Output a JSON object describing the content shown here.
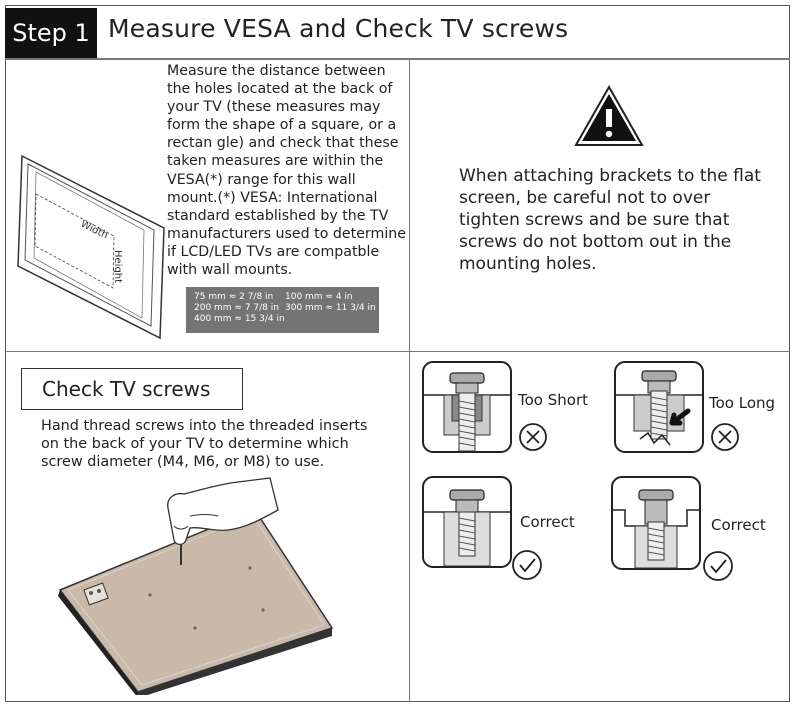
{
  "header": {
    "step_label": "Step 1",
    "title": "Measure VESA and Check TV screws"
  },
  "measure": {
    "lines": [
      "Measure the distance between",
      "the holes located at the back of",
      "your TV (these measures may",
      "form the shape of a square, or a",
      "rectan gle) and check that these",
      "taken measures are within the",
      "VESA(*) range for this wall",
      "mount.(*) VESA: International",
      "standard established by the TV",
      "manufacturers used to determine",
      "if LCD/LED TVs are compatble",
      "with wall mounts."
    ],
    "width_label": "Width",
    "height_label": "Height",
    "conversions": [
      [
        "75 mm ≈ 2 7/8 in",
        "100 mm ≈ 4 in"
      ],
      [
        "200 mm ≈ 7 7/8 in",
        "300 mm ≈ 11 3/4 in"
      ],
      [
        "400 mm ≈ 15 3/4 in",
        ""
      ]
    ]
  },
  "warning": {
    "lines": [
      "When attaching brackets to the flat",
      "screen, be careful not to over",
      "tighten screws and be sure that",
      "screws do not bottom out in the",
      "mounting holes."
    ]
  },
  "check": {
    "title": "Check TV screws",
    "lines": [
      "Hand thread screws into the threaded inserts",
      "on the back of your TV to determine which",
      "screw diameter (M4, M6, or M8) to use."
    ]
  },
  "screws": {
    "too_short": "Too Short",
    "too_long": "Too Long",
    "correct_1": "Correct",
    "correct_2": "Correct"
  }
}
